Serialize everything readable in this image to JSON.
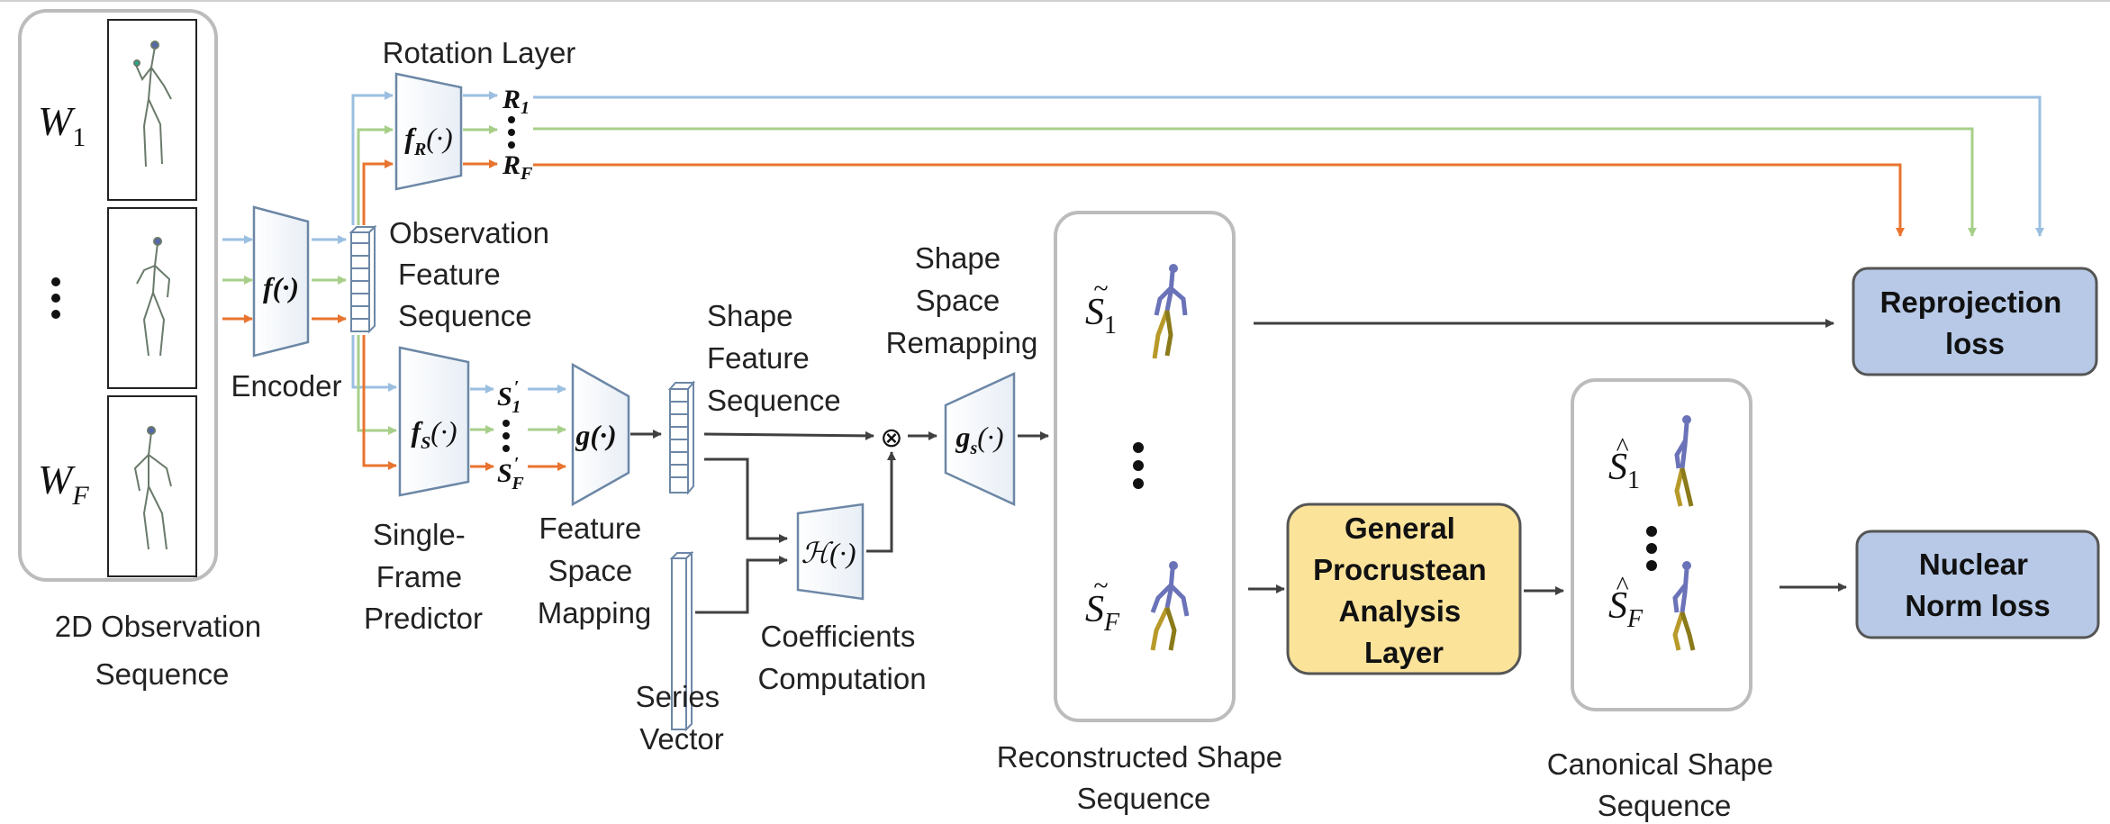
{
  "labels": {
    "input_caption_line1": "2D Observation",
    "input_caption_line2": "Sequence",
    "w_first": "W",
    "w_first_sub": "1",
    "w_last": "W",
    "w_last_sub": "F",
    "encoder": "Encoder",
    "encoder_fn": "f(·)",
    "rotation_layer": "Rotation Layer",
    "rotation_fn": "f",
    "rotation_fn_sub": "R",
    "rotation_fn_args": "(·)",
    "r_first": "R",
    "r_first_sub": "1",
    "r_last": "R",
    "r_last_sub": "F",
    "obs_feature_line1": "Observation",
    "obs_feature_line2": "Feature",
    "obs_feature_line3": "Sequence",
    "single_frame_fn": "f",
    "single_frame_fn_sub": "S",
    "single_frame_fn_args": "(·)",
    "single_frame_line1": "Single-",
    "single_frame_line2": "Frame",
    "single_frame_line3": "Predictor",
    "s_prime_first": "S",
    "s_prime_first_sub": "1",
    "s_prime_last": "S",
    "s_prime_last_sub": "F",
    "g_fn": "g(·)",
    "feature_space_line1": "Feature",
    "feature_space_line2": "Space",
    "feature_space_line3": "Mapping",
    "shape_feature_line1": "Shape",
    "shape_feature_line2": "Feature",
    "shape_feature_line3": "Sequence",
    "series_line1": "Series",
    "series_line2": "Vector",
    "h_fn": "ℋ(·)",
    "coeff_line1": "Coefficients",
    "coeff_line2": "Computation",
    "otimes": "⊗",
    "gs_fn": "g",
    "gs_fn_sub": "s",
    "gs_fn_args": "(·)",
    "remap_line1": "Shape",
    "remap_line2": "Space",
    "remap_line3": "Remapping",
    "s_tilde_first": "S",
    "s_tilde_first_sub": "1",
    "s_tilde_last": "S",
    "s_tilde_last_sub": "F",
    "recon_line1": "Reconstructed Shape",
    "recon_line2": "Sequence",
    "gpa_line1": "General",
    "gpa_line2": "Procrustean",
    "gpa_line3": "Analysis",
    "gpa_line4": "Layer",
    "s_hat_first": "S",
    "s_hat_first_sub": "1",
    "s_hat_last": "S",
    "s_hat_last_sub": "F",
    "canon_line1": "Canonical Shape",
    "canon_line2": "Sequence",
    "reproj_line1": "Reprojection",
    "reproj_line2": "loss",
    "nuclear_line1": "Nuclear",
    "nuclear_line2": "Norm loss"
  },
  "colors": {
    "blue_path": "#9bbfe0",
    "green_path": "#a7cf8a",
    "orange_path": "#e8742f",
    "loss_box_fill": "#b7c9e6",
    "gpa_box_fill": "#fbe39a",
    "dark_arrow": "#404040"
  }
}
